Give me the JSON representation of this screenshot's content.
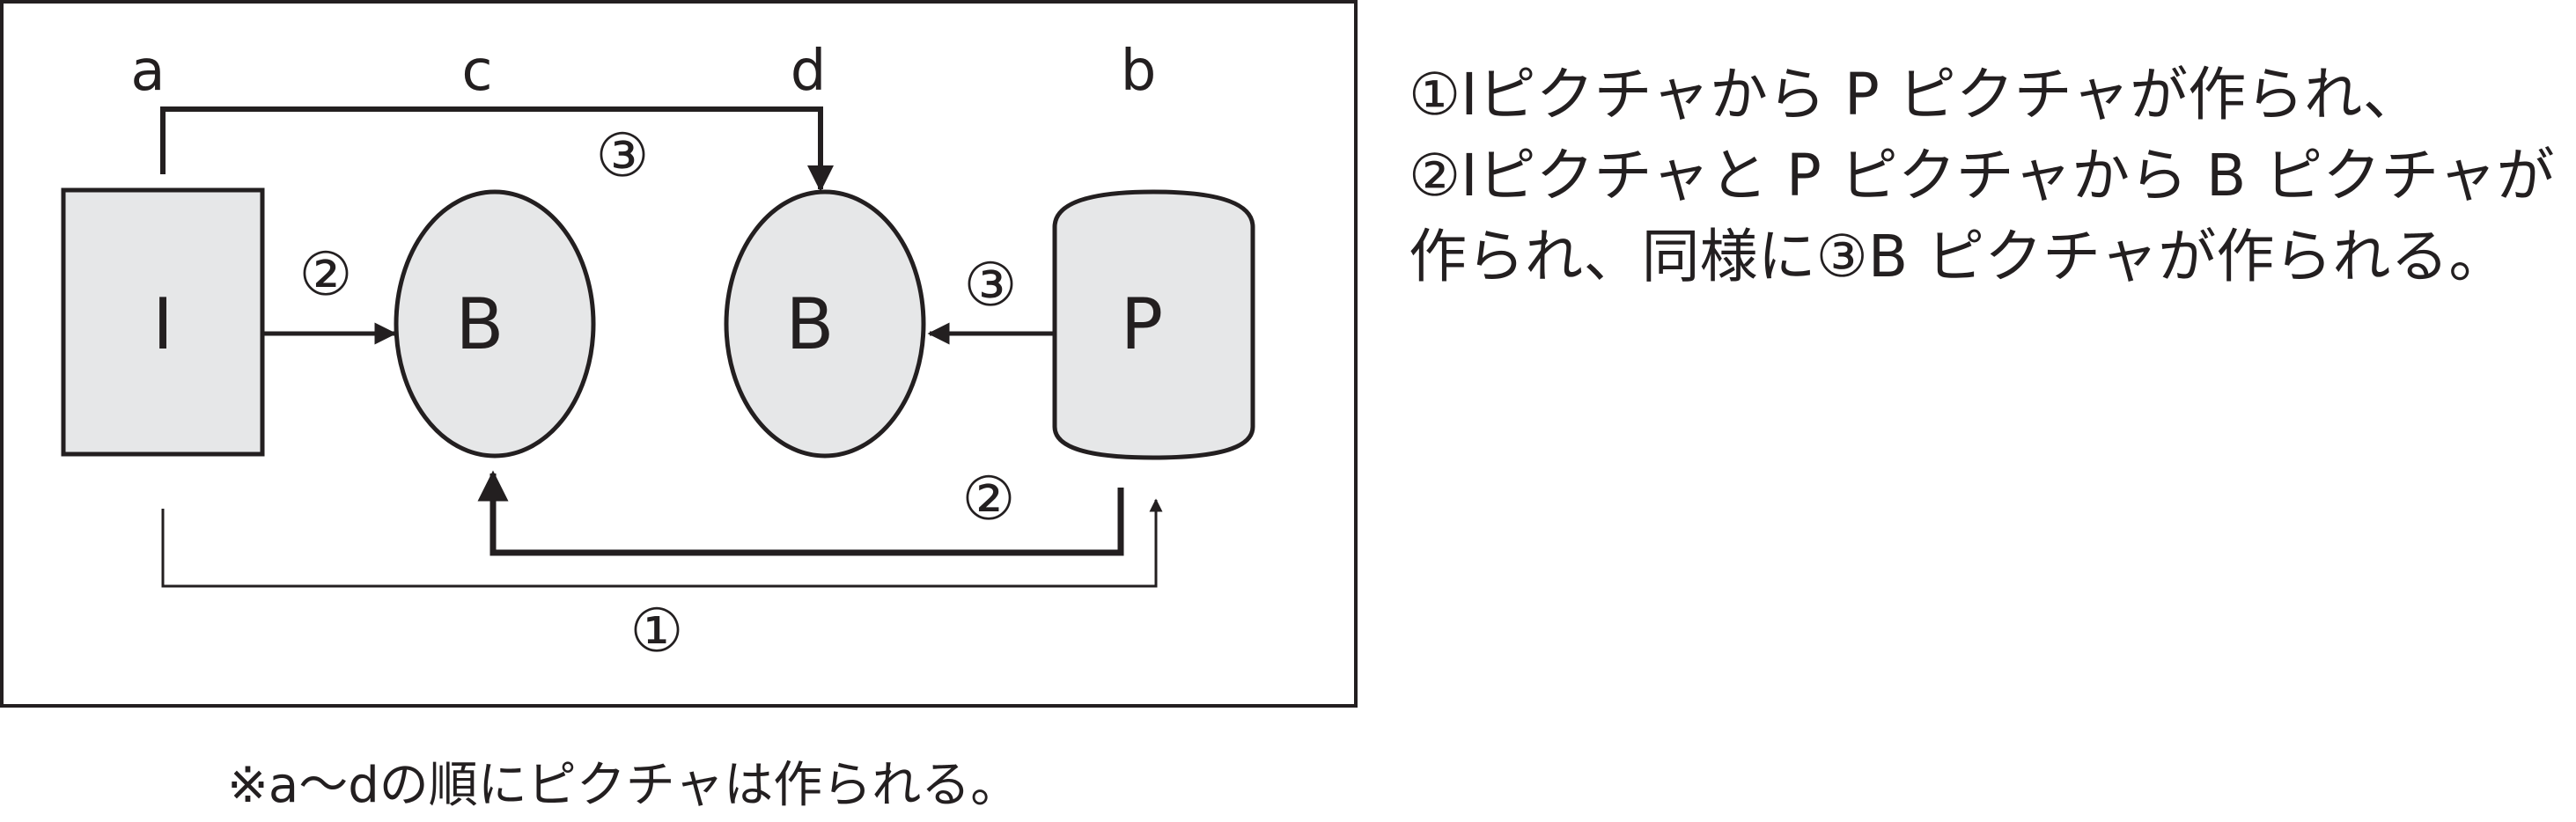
{
  "diagram": {
    "column_labels": {
      "a": "a",
      "c": "c",
      "d": "d",
      "b": "b"
    },
    "nodes": {
      "I": "I",
      "B1": "B",
      "B2": "B",
      "P": "P"
    },
    "step_markers": {
      "step3_top": "③",
      "step2_left": "②",
      "step3_right": "③",
      "step2_bottom": "②",
      "step1_bottom": "①"
    },
    "colors": {
      "node_fill": "#e6e7e8",
      "stroke": "#231f20"
    }
  },
  "explanation": {
    "line1": "①Iピクチャから P ピクチャが作られ、",
    "line2": "②Iピクチャと P ピクチャから B ピクチャが",
    "line3": "作られ、同様に③B ピクチャが作られる。"
  },
  "footnote": "※a～dの順にピクチャは作られる。"
}
